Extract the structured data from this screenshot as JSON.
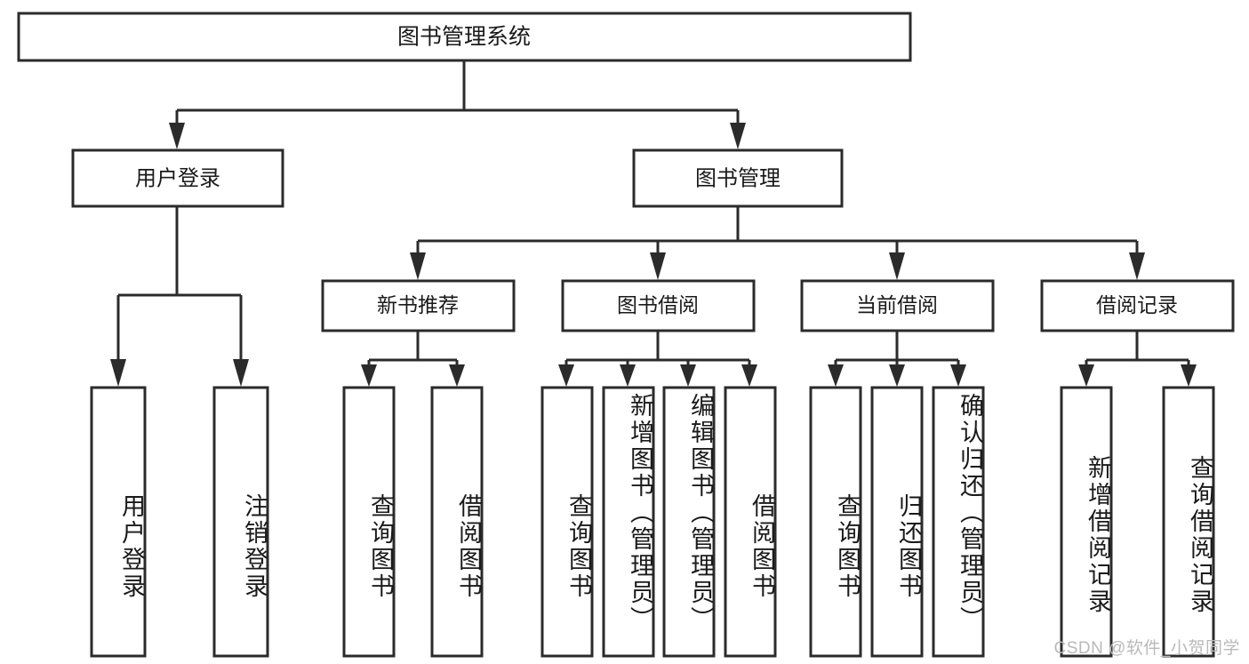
{
  "diagram": {
    "title": "图书管理系统",
    "type": "hierarchy-tree",
    "watermark": "CSDN @软件_小贺同学",
    "colors": {
      "box_stroke": "#2b2b2b",
      "box_fill": "#ffffff",
      "text": "#1a1a1a",
      "background": "#ffffff",
      "watermark": "#b9b9b9"
    }
  },
  "chart_data": {
    "type": "diagram",
    "title": "图书管理系统",
    "root": {
      "label": "图书管理系统",
      "level": 1,
      "children": [
        {
          "label": "用户登录",
          "level": 2,
          "children": [
            {
              "label": "用户登录",
              "level": 3,
              "orientation": "vertical"
            },
            {
              "label": "注销登录",
              "level": 3,
              "orientation": "vertical"
            }
          ]
        },
        {
          "label": "图书管理",
          "level": 2,
          "children": [
            {
              "label": "新书推荐",
              "level": 3,
              "children": [
                {
                  "label": "查询图书",
                  "level": 4,
                  "orientation": "vertical"
                },
                {
                  "label": "借阅图书",
                  "level": 4,
                  "orientation": "vertical"
                }
              ]
            },
            {
              "label": "图书借阅",
              "level": 3,
              "children": [
                {
                  "label": "查询图书",
                  "level": 4,
                  "orientation": "vertical"
                },
                {
                  "label": "新增图书（管理员）",
                  "level": 4,
                  "orientation": "vertical"
                },
                {
                  "label": "编辑图书（管理员）",
                  "level": 4,
                  "orientation": "vertical"
                },
                {
                  "label": "借阅图书",
                  "level": 4,
                  "orientation": "vertical"
                }
              ]
            },
            {
              "label": "当前借阅",
              "level": 3,
              "children": [
                {
                  "label": "查询图书",
                  "level": 4,
                  "orientation": "vertical"
                },
                {
                  "label": "归还图书",
                  "level": 4,
                  "orientation": "vertical"
                },
                {
                  "label": "确认归还（管理员）",
                  "level": 4,
                  "orientation": "vertical"
                }
              ]
            },
            {
              "label": "借阅记录",
              "level": 3,
              "children": [
                {
                  "label": "新增借阅记录",
                  "level": 4,
                  "orientation": "vertical"
                },
                {
                  "label": "查询借阅记录",
                  "level": 4,
                  "orientation": "vertical"
                }
              ]
            }
          ]
        }
      ]
    }
  },
  "nodes": {
    "root": {
      "label": "图书管理系统"
    },
    "level2": {
      "user_login": {
        "label": "用户登录"
      },
      "book_manage": {
        "label": "图书管理"
      }
    },
    "level3": {
      "new_book_rec": {
        "label": "新书推荐"
      },
      "book_borrow": {
        "label": "图书借阅"
      },
      "current_borrow": {
        "label": "当前借阅"
      },
      "borrow_record": {
        "label": "借阅记录"
      }
    },
    "leaves": {
      "user_login_1": {
        "label": "用户登录"
      },
      "user_login_2": {
        "label": "注销登录"
      },
      "new_book_1": {
        "label": "查询图书"
      },
      "new_book_2": {
        "label": "借阅图书"
      },
      "borrow_1": {
        "label": "查询图书"
      },
      "borrow_2": {
        "label": "新增图书（管理员）"
      },
      "borrow_3": {
        "label": "编辑图书（管理员）"
      },
      "borrow_4": {
        "label": "借阅图书"
      },
      "current_1": {
        "label": "查询图书"
      },
      "current_2": {
        "label": "归还图书"
      },
      "current_3": {
        "label": "确认归还（管理员）"
      },
      "record_1": {
        "label": "新增借阅记录"
      },
      "record_2": {
        "label": "查询借阅记录"
      }
    }
  }
}
